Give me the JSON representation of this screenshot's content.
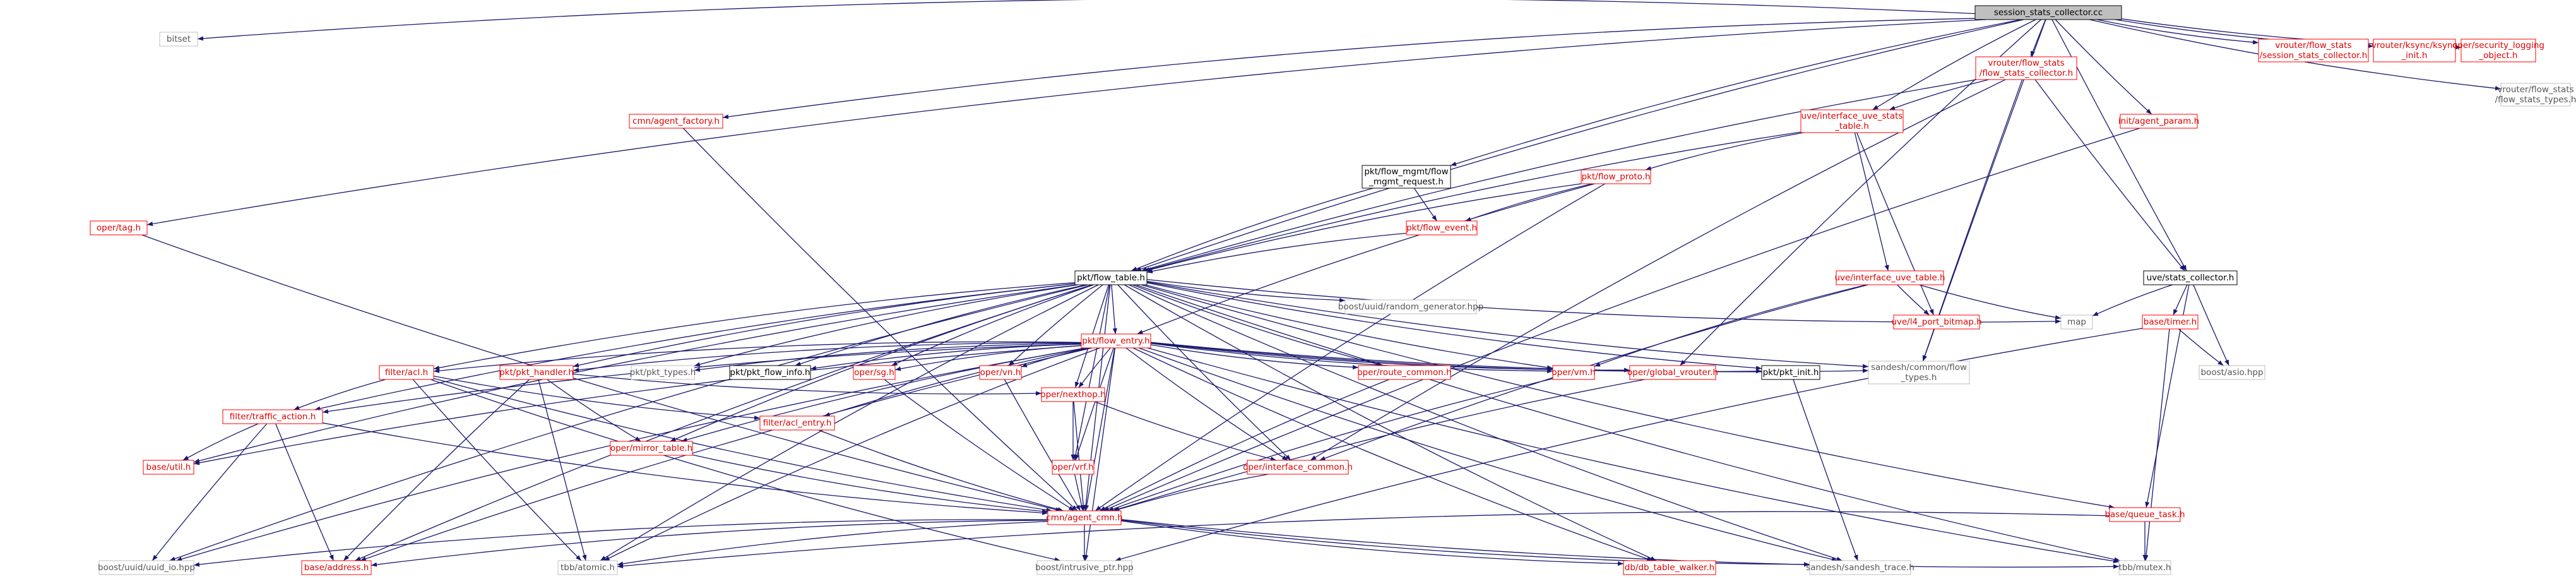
{
  "colors": {
    "edge": "#191970",
    "root_fill": "#bfbfbf",
    "node_border_black": "#000000",
    "node_border_red": "#ff0000",
    "node_border_grey": "#bfbfbf",
    "text_black": "#000000",
    "text_red": "#e00000",
    "text_grey": "#555555"
  },
  "nodes": [
    {
      "id": "root",
      "lines": [
        "session_stats_collector.cc"
      ],
      "style": "root"
    },
    {
      "id": "bitset",
      "lines": [
        "bitset"
      ],
      "style": "grey"
    },
    {
      "id": "agent_factory",
      "lines": [
        "cmn/agent_factory.h"
      ],
      "style": "red"
    },
    {
      "id": "tag",
      "lines": [
        "oper/tag.h"
      ],
      "style": "red"
    },
    {
      "id": "flow_mgmt_req",
      "lines": [
        "pkt/flow_mgmt/flow",
        "_mgmt_request.h"
      ],
      "style": "black"
    },
    {
      "id": "flow_stats_collector",
      "lines": [
        "vrouter/flow_stats",
        "/flow_stats_collector.h"
      ],
      "style": "red"
    },
    {
      "id": "intf_uve_stats",
      "lines": [
        "uve/interface_uve_stats",
        "_table.h"
      ],
      "style": "red"
    },
    {
      "id": "agent_param",
      "lines": [
        "init/agent_param.h"
      ],
      "style": "red"
    },
    {
      "id": "session_stats_h",
      "lines": [
        "vrouter/flow_stats",
        "/session_stats_collector.h"
      ],
      "style": "red"
    },
    {
      "id": "ksync_init",
      "lines": [
        "vrouter/ksync/ksync",
        "_init.h"
      ],
      "style": "red"
    },
    {
      "id": "security_logging",
      "lines": [
        "oper/security_logging",
        "_object.h"
      ],
      "style": "red"
    },
    {
      "id": "flow_stats_types",
      "lines": [
        "vrouter/flow_stats",
        "/flow_stats_types.h"
      ],
      "style": "grey"
    },
    {
      "id": "flow_proto",
      "lines": [
        "pkt/flow_proto.h"
      ],
      "style": "red"
    },
    {
      "id": "flow_event",
      "lines": [
        "pkt/flow_event.h"
      ],
      "style": "red"
    },
    {
      "id": "flow_table",
      "lines": [
        "pkt/flow_table.h"
      ],
      "style": "black"
    },
    {
      "id": "intf_uve_table",
      "lines": [
        "uve/interface_uve_table.h"
      ],
      "style": "red"
    },
    {
      "id": "stats_collector",
      "lines": [
        "uve/stats_collector.h"
      ],
      "style": "black"
    },
    {
      "id": "boost_uuid_rand",
      "lines": [
        "boost/uuid/random_generator.hpp"
      ],
      "style": "grey"
    },
    {
      "id": "map",
      "lines": [
        "map"
      ],
      "style": "grey"
    },
    {
      "id": "l4_port_bitmap",
      "lines": [
        "uve/l4_port_bitmap.h"
      ],
      "style": "red"
    },
    {
      "id": "base_timer",
      "lines": [
        "base/timer.h"
      ],
      "style": "red"
    },
    {
      "id": "pkt_flow_entry",
      "lines": [
        "pkt/flow_entry.h"
      ],
      "style": "red"
    },
    {
      "id": "filter_acl",
      "lines": [
        "filter/acl.h"
      ],
      "style": "red"
    },
    {
      "id": "pkt_handler",
      "lines": [
        "pkt/pkt_handler.h"
      ],
      "style": "red"
    },
    {
      "id": "pkt_types",
      "lines": [
        "pkt/pkt_types.h"
      ],
      "style": "grey"
    },
    {
      "id": "pkt_flow_info",
      "lines": [
        "pkt/pkt_flow_info.h"
      ],
      "style": "black"
    },
    {
      "id": "oper_sg",
      "lines": [
        "oper/sg.h"
      ],
      "style": "red"
    },
    {
      "id": "oper_vn",
      "lines": [
        "oper/vn.h"
      ],
      "style": "red"
    },
    {
      "id": "oper_route_common",
      "lines": [
        "oper/route_common.h"
      ],
      "style": "red"
    },
    {
      "id": "oper_vm",
      "lines": [
        "oper/vm.h"
      ],
      "style": "red"
    },
    {
      "id": "oper_global_vrouter",
      "lines": [
        "oper/global_vrouter.h"
      ],
      "style": "red"
    },
    {
      "id": "pkt_init",
      "lines": [
        "pkt/pkt_init.h"
      ],
      "style": "black"
    },
    {
      "id": "sandesh_flow_types",
      "lines": [
        "sandesh/common/flow",
        "_types.h"
      ],
      "style": "grey"
    },
    {
      "id": "boost_asio",
      "lines": [
        "boost/asio.hpp"
      ],
      "style": "grey"
    },
    {
      "id": "filter_traffic_action",
      "lines": [
        "filter/traffic_action.h"
      ],
      "style": "red"
    },
    {
      "id": "oper_mirror_table",
      "lines": [
        "oper/mirror_table.h"
      ],
      "style": "red"
    },
    {
      "id": "filter_acl_entry",
      "lines": [
        "filter/acl_entry.h"
      ],
      "style": "red"
    },
    {
      "id": "oper_nexthop",
      "lines": [
        "oper/nexthop.h"
      ],
      "style": "red"
    },
    {
      "id": "oper_vrf",
      "lines": [
        "oper/vrf.h"
      ],
      "style": "red"
    },
    {
      "id": "oper_interface_common",
      "lines": [
        "oper/interface_common.h"
      ],
      "style": "red"
    },
    {
      "id": "base_util",
      "lines": [
        "base/util.h"
      ],
      "style": "red"
    },
    {
      "id": "base_queue_task",
      "lines": [
        "base/queue_task.h"
      ],
      "style": "red"
    },
    {
      "id": "agent_cmn",
      "lines": [
        "cmn/agent_cmn.h"
      ],
      "style": "red"
    },
    {
      "id": "boost_uuid_io",
      "lines": [
        "boost/uuid/uuid_io.hpp"
      ],
      "style": "grey"
    },
    {
      "id": "base_address",
      "lines": [
        "base/address.h"
      ],
      "style": "red"
    },
    {
      "id": "tbb_atomic",
      "lines": [
        "tbb/atomic.h"
      ],
      "style": "grey"
    },
    {
      "id": "boost_intrusive_ptr",
      "lines": [
        "boost/intrusive_ptr.hpp"
      ],
      "style": "grey"
    },
    {
      "id": "db_table_walker",
      "lines": [
        "db/db_table_walker.h"
      ],
      "style": "red"
    },
    {
      "id": "sandesh_trace",
      "lines": [
        "sandesh/sandesh_trace.h"
      ],
      "style": "grey"
    },
    {
      "id": "tbb_mutex",
      "lines": [
        "tbb/mutex.h"
      ],
      "style": "grey"
    }
  ],
  "edges": [
    [
      "root",
      "bitset"
    ],
    [
      "root",
      "agent_factory"
    ],
    [
      "root",
      "tag"
    ],
    [
      "root",
      "flow_mgmt_req"
    ],
    [
      "root",
      "flow_table"
    ],
    [
      "root",
      "flow_stats_collector"
    ],
    [
      "root",
      "intf_uve_stats"
    ],
    [
      "root",
      "agent_param"
    ],
    [
      "root",
      "session_stats_h"
    ],
    [
      "root",
      "ksync_init"
    ],
    [
      "root",
      "security_logging"
    ],
    [
      "root",
      "flow_stats_types"
    ],
    [
      "root",
      "oper_global_vrouter"
    ],
    [
      "root",
      "sandesh_flow_types"
    ],
    [
      "root",
      "stats_collector"
    ],
    [
      "agent_factory",
      "agent_cmn"
    ],
    [
      "tag",
      "agent_cmn"
    ],
    [
      "flow_mgmt_req",
      "flow_table"
    ],
    [
      "flow_mgmt_req",
      "flow_event"
    ],
    [
      "flow_stats_collector",
      "intf_uve_stats"
    ],
    [
      "flow_stats_collector",
      "flow_table"
    ],
    [
      "flow_stats_collector",
      "stats_collector"
    ],
    [
      "flow_stats_collector",
      "sandesh_flow_types"
    ],
    [
      "flow_stats_collector",
      "oper_interface_common"
    ],
    [
      "intf_uve_stats",
      "flow_proto"
    ],
    [
      "intf_uve_stats",
      "intf_uve_table"
    ],
    [
      "intf_uve_stats",
      "l4_port_bitmap"
    ],
    [
      "intf_uve_stats",
      "flow_table"
    ],
    [
      "agent_param",
      "agent_cmn"
    ],
    [
      "flow_proto",
      "flow_event"
    ],
    [
      "flow_proto",
      "flow_table"
    ],
    [
      "flow_proto",
      "pkt_flow_entry"
    ],
    [
      "flow_proto",
      "agent_cmn"
    ],
    [
      "flow_event",
      "flow_table"
    ],
    [
      "intf_uve_table",
      "map"
    ],
    [
      "intf_uve_table",
      "l4_port_bitmap"
    ],
    [
      "intf_uve_table",
      "oper_vm"
    ],
    [
      "intf_uve_table",
      "oper_interface_common"
    ],
    [
      "stats_collector",
      "map"
    ],
    [
      "stats_collector",
      "base_timer"
    ],
    [
      "stats_collector",
      "boost_asio"
    ],
    [
      "stats_collector",
      "base_queue_task"
    ],
    [
      "base_timer",
      "boost_asio"
    ],
    [
      "base_timer",
      "tbb_mutex"
    ],
    [
      "base_timer",
      "boost_intrusive_ptr"
    ],
    [
      "flow_table",
      "map"
    ],
    [
      "flow_table",
      "boost_uuid_rand"
    ],
    [
      "flow_table",
      "pkt_flow_entry"
    ],
    [
      "flow_table",
      "filter_acl"
    ],
    [
      "flow_table",
      "pkt_handler"
    ],
    [
      "flow_table",
      "pkt_types"
    ],
    [
      "flow_table",
      "pkt_flow_info"
    ],
    [
      "flow_table",
      "oper_sg"
    ],
    [
      "flow_table",
      "oper_vn"
    ],
    [
      "flow_table",
      "oper_route_common"
    ],
    [
      "flow_table",
      "oper_vm"
    ],
    [
      "flow_table",
      "pkt_init"
    ],
    [
      "flow_table",
      "sandesh_flow_types"
    ],
    [
      "flow_table",
      "filter_traffic_action"
    ],
    [
      "flow_table",
      "oper_mirror_table"
    ],
    [
      "flow_table",
      "oper_nexthop"
    ],
    [
      "flow_table",
      "oper_vrf"
    ],
    [
      "flow_table",
      "base_util"
    ],
    [
      "flow_table",
      "base_queue_task"
    ],
    [
      "flow_table",
      "agent_cmn"
    ],
    [
      "flow_table",
      "boost_uuid_io"
    ],
    [
      "flow_table",
      "base_address"
    ],
    [
      "flow_table",
      "tbb_atomic"
    ],
    [
      "flow_table",
      "db_table_walker"
    ],
    [
      "flow_table",
      "sandesh_trace"
    ],
    [
      "flow_table",
      "tbb_mutex"
    ],
    [
      "flow_table",
      "oper_interface_common"
    ],
    [
      "pkt_flow_entry",
      "filter_acl"
    ],
    [
      "pkt_flow_entry",
      "pkt_handler"
    ],
    [
      "pkt_flow_entry",
      "pkt_types"
    ],
    [
      "pkt_flow_entry",
      "pkt_flow_info"
    ],
    [
      "pkt_flow_entry",
      "oper_sg"
    ],
    [
      "pkt_flow_entry",
      "oper_vn"
    ],
    [
      "pkt_flow_entry",
      "oper_route_common"
    ],
    [
      "pkt_flow_entry",
      "oper_vm"
    ],
    [
      "pkt_flow_entry",
      "oper_global_vrouter"
    ],
    [
      "pkt_flow_entry",
      "pkt_init"
    ],
    [
      "pkt_flow_entry",
      "sandesh_flow_types"
    ],
    [
      "pkt_flow_entry",
      "filter_traffic_action"
    ],
    [
      "pkt_flow_entry",
      "oper_mirror_table"
    ],
    [
      "pkt_flow_entry",
      "filter_acl_entry"
    ],
    [
      "pkt_flow_entry",
      "oper_nexthop"
    ],
    [
      "pkt_flow_entry",
      "oper_vrf"
    ],
    [
      "pkt_flow_entry",
      "oper_interface_common"
    ],
    [
      "pkt_flow_entry",
      "base_util"
    ],
    [
      "pkt_flow_entry",
      "agent_cmn"
    ],
    [
      "pkt_flow_entry",
      "base_address"
    ],
    [
      "pkt_flow_entry",
      "tbb_atomic"
    ],
    [
      "pkt_flow_entry",
      "boost_intrusive_ptr"
    ],
    [
      "pkt_flow_entry",
      "db_table_walker"
    ],
    [
      "pkt_flow_entry",
      "sandesh_trace"
    ],
    [
      "pkt_flow_entry",
      "tbb_mutex"
    ],
    [
      "pkt_flow_entry",
      "boost_uuid_io"
    ],
    [
      "filter_acl",
      "filter_traffic_action"
    ],
    [
      "filter_acl",
      "filter_acl_entry"
    ],
    [
      "filter_acl",
      "tbb_atomic"
    ],
    [
      "filter_acl",
      "agent_cmn"
    ],
    [
      "filter_acl",
      "boost_intrusive_ptr"
    ],
    [
      "pkt_handler",
      "oper_mirror_table"
    ],
    [
      "pkt_handler",
      "oper_nexthop"
    ],
    [
      "pkt_handler",
      "base_address"
    ],
    [
      "pkt_handler",
      "tbb_atomic"
    ],
    [
      "oper_sg",
      "agent_cmn"
    ],
    [
      "oper_vn",
      "agent_cmn"
    ],
    [
      "oper_route_common",
      "agent_cmn"
    ],
    [
      "oper_vm",
      "agent_cmn"
    ],
    [
      "oper_global_vrouter",
      "agent_cmn"
    ],
    [
      "pkt_init",
      "sandesh_trace"
    ],
    [
      "filter_traffic_action",
      "base_util"
    ],
    [
      "filter_traffic_action",
      "base_address"
    ],
    [
      "filter_traffic_action",
      "boost_uuid_io"
    ],
    [
      "filter_traffic_action",
      "agent_cmn"
    ],
    [
      "oper_mirror_table",
      "agent_cmn"
    ],
    [
      "filter_acl_entry",
      "agent_cmn"
    ],
    [
      "oper_nexthop",
      "oper_vrf"
    ],
    [
      "oper_nexthop",
      "oper_interface_common"
    ],
    [
      "oper_nexthop",
      "agent_cmn"
    ],
    [
      "oper_vrf",
      "agent_cmn"
    ],
    [
      "oper_interface_common",
      "agent_cmn"
    ],
    [
      "base_queue_task",
      "tbb_atomic"
    ],
    [
      "base_queue_task",
      "tbb_mutex"
    ],
    [
      "agent_cmn",
      "boost_uuid_io"
    ],
    [
      "agent_cmn",
      "base_address"
    ],
    [
      "agent_cmn",
      "tbb_atomic"
    ],
    [
      "agent_cmn",
      "boost_intrusive_ptr"
    ],
    [
      "agent_cmn",
      "db_table_walker"
    ],
    [
      "agent_cmn",
      "sandesh_trace"
    ],
    [
      "agent_cmn",
      "tbb_mutex"
    ]
  ]
}
